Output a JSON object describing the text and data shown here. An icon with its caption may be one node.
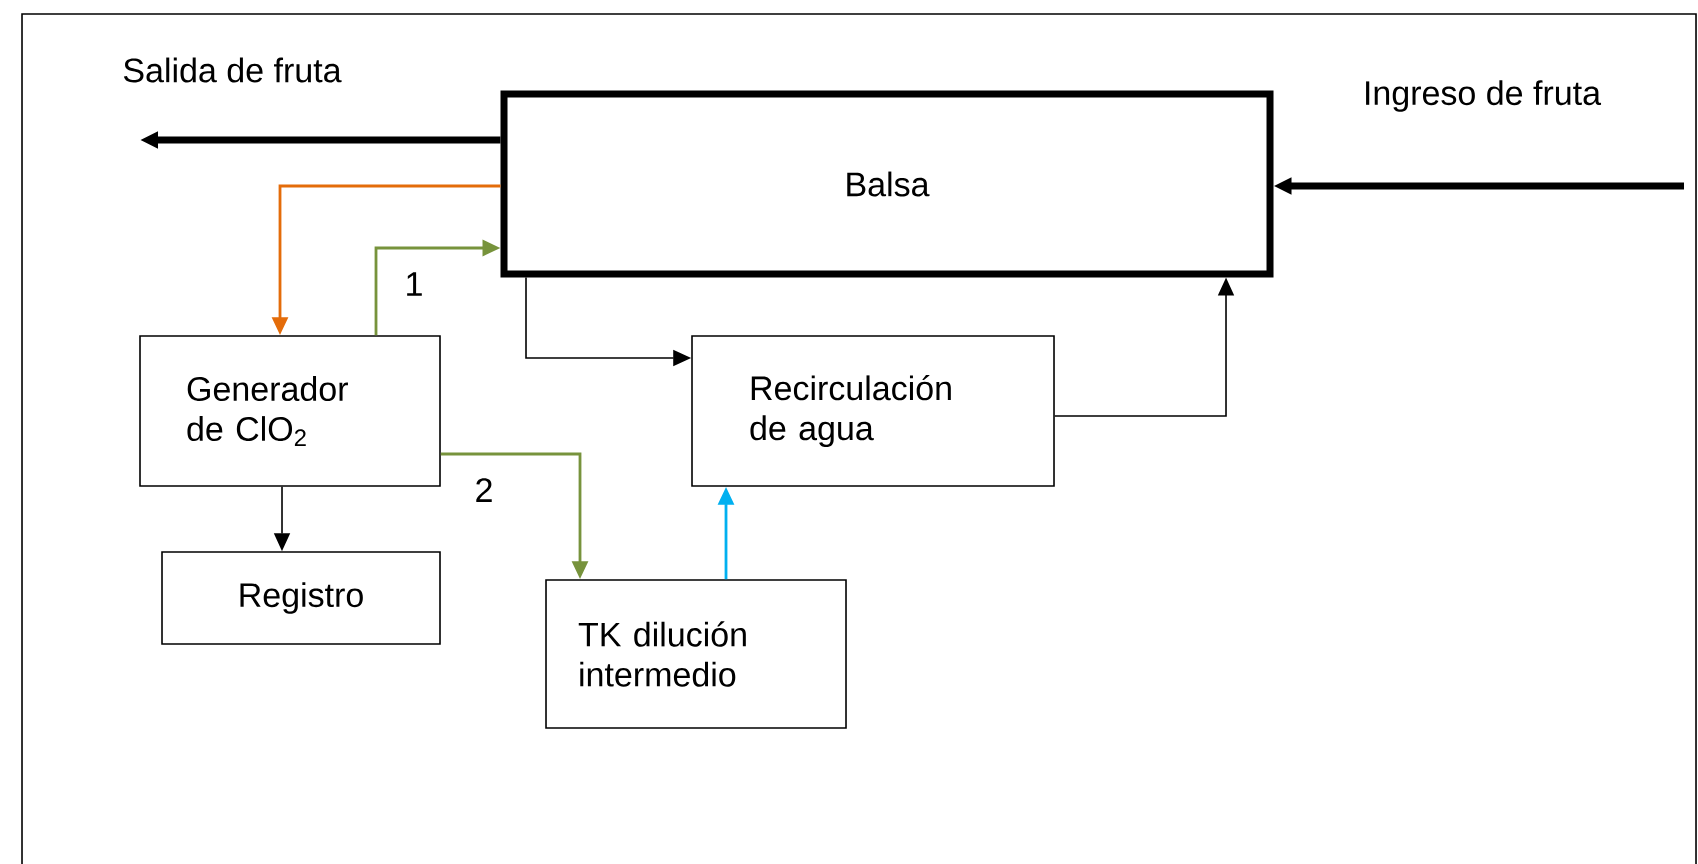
{
  "diagram": {
    "nodes": [
      {
        "text": [
          "Balsa"
        ]
      },
      {
        "text": [
          "Generador de ClO$_{2}$"
        ]
      },
      {
        "text": [
          "Recirculación de agua"
        ]
      },
      {
        "text": [
          "Registro"
        ]
      },
      {
        "text": [
          "TK dilución intermedio"
        ]
      }
    ],
    "edges": [
      {
        "from": 0,
        "to": null,
        "arrow": "to",
        "style": "thick",
        "label": "Salida de fruta"
      },
      {
        "from": null,
        "to": 0,
        "arrow": "to",
        "style": "thick",
        "label": "Ingreso de fruta"
      },
      {
        "from": 0,
        "to": 1,
        "arrow": "to",
        "color": "#e46c0a"
      },
      {
        "from": 1,
        "to": 0,
        "arrow": "to",
        "color": "#77933c",
        "label": "1"
      },
      {
        "from": 0,
        "to": 2,
        "arrow": "to"
      },
      {
        "from": 1,
        "to": 3,
        "arrow": "to"
      },
      {
        "from": 1,
        "to": 4,
        "arrow": "to",
        "color": "#77933c",
        "label": "2"
      },
      {
        "from": 4,
        "to": 2,
        "arrow": "to",
        "color": "#00b0f0"
      },
      {
        "from": 2,
        "to": 0,
        "arrow": "to"
      }
    ]
  }
}
